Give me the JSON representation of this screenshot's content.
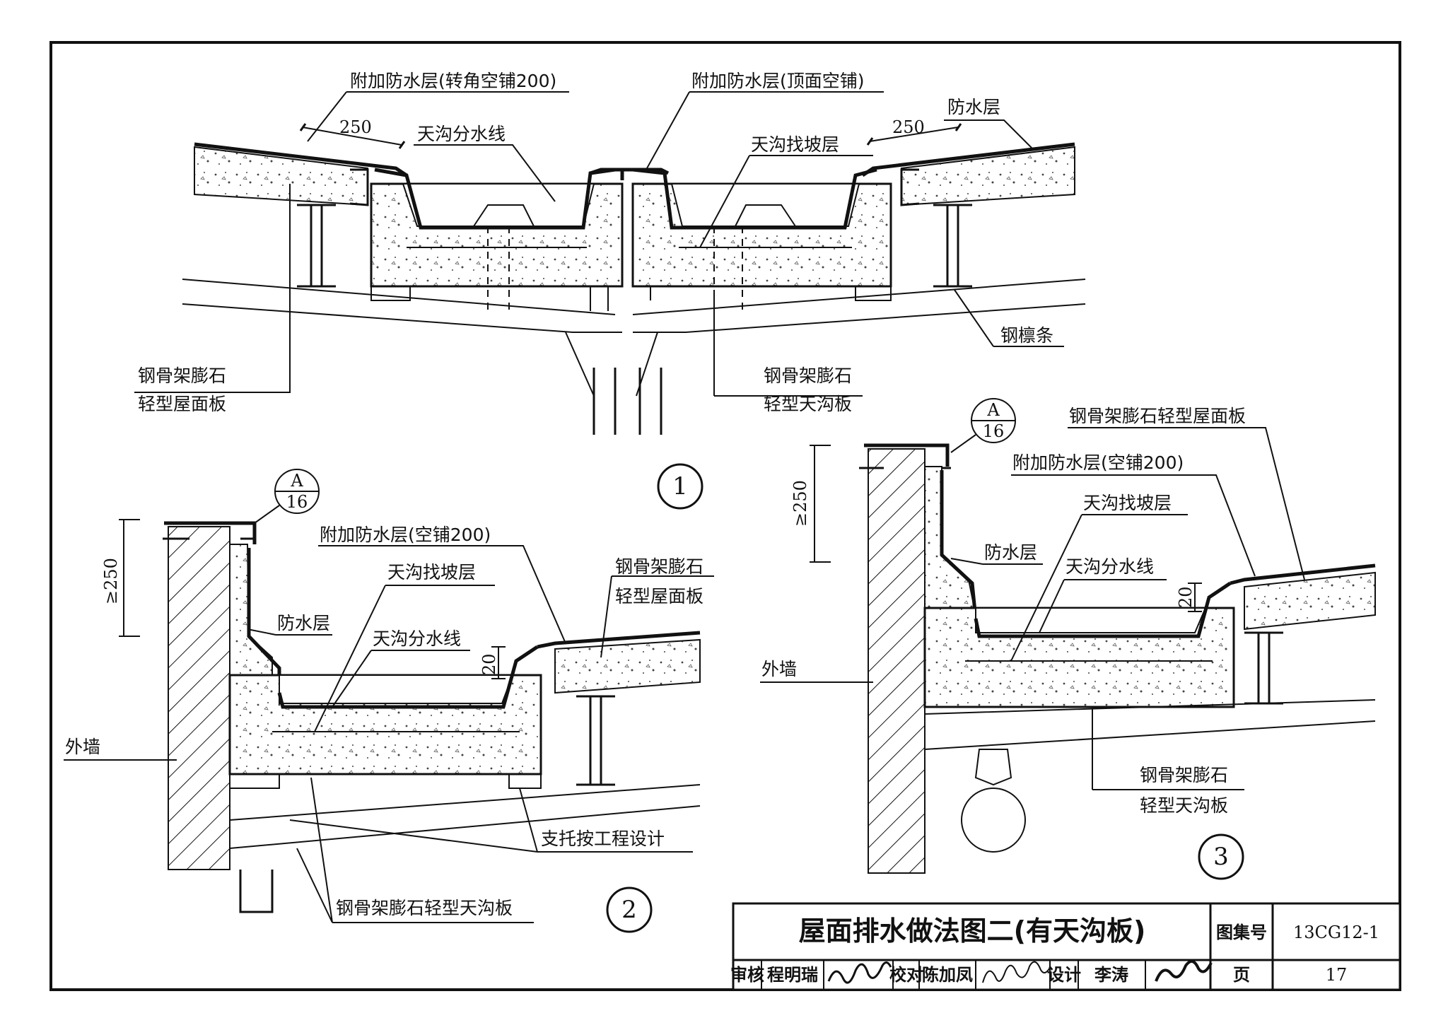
{
  "drawing": {
    "detail1": {
      "number": "1",
      "labels": {
        "extra_wp_corner": "附加防水层(转角空铺200)",
        "extra_wp_top": "附加防水层(顶面空铺)",
        "waterproof": "防水层",
        "gutter_divide": "天沟分水线",
        "gutter_slope": "天沟找坡层",
        "roof_panel_l1": "钢骨架膨石",
        "roof_panel_l2": "轻型屋面板",
        "gutter_panel_l1": "钢骨架膨石",
        "gutter_panel_l2": "轻型天沟板",
        "purlin": "钢檩条",
        "dim_left": "250",
        "dim_right": "250"
      }
    },
    "detail2": {
      "number": "2",
      "labels": {
        "ref_top": "A",
        "ref_bottom": "16",
        "height": "≥250",
        "extra_wp": "附加防水层(空铺200)",
        "gutter_slope": "天沟找坡层",
        "roof_panel_l1": "钢骨架膨石",
        "roof_panel_l2": "轻型屋面板",
        "waterproof": "防水层",
        "gutter_divide": "天沟分水线",
        "dim_20": "20",
        "outer_wall": "外墙",
        "support": "支托按工程设计",
        "gutter_panel": "钢骨架膨石轻型天沟板"
      }
    },
    "detail3": {
      "number": "3",
      "labels": {
        "ref_top": "A",
        "ref_bottom": "16",
        "height": "≥250",
        "roof_panel": "钢骨架膨石轻型屋面板",
        "extra_wp": "附加防水层(空铺200)",
        "gutter_slope": "天沟找坡层",
        "waterproof": "防水层",
        "gutter_divide": "天沟分水线",
        "dim_20": "20",
        "outer_wall": "外墙",
        "gutter_panel_l1": "钢骨架膨石",
        "gutter_panel_l2": "轻型天沟板"
      }
    }
  },
  "title_block": {
    "title": "屋面排水做法图二(有天沟板)",
    "atlas_label": "图集号",
    "atlas_no": "13CG12-1",
    "review_label": "审核",
    "reviewer": "程明瑞",
    "check_label": "校对",
    "checker": "陈加凤",
    "design_label": "设计",
    "designer": "李涛",
    "page_label": "页",
    "page_no": "17"
  }
}
